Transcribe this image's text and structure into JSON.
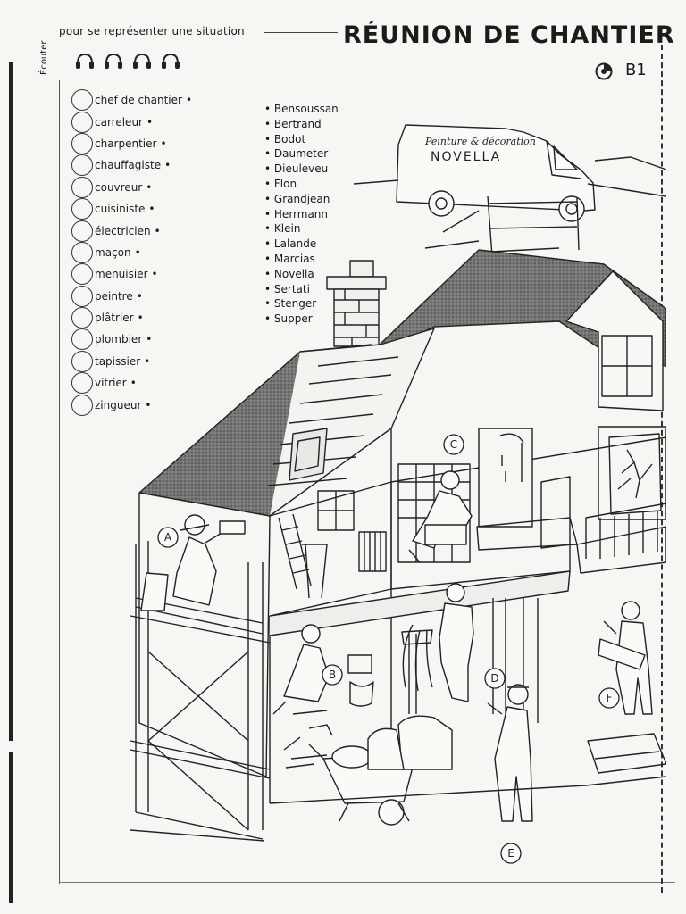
{
  "header": {
    "vertical_label": "Écouter",
    "subtitle": "pour se représenter une situation",
    "title": "RÉUNION DE CHANTIER",
    "code": "B1",
    "headphone_icons": [
      "headphone-icon",
      "headphone-icon",
      "headphone-icon",
      "headphone-icon"
    ],
    "cd_icon": "cd-icon"
  },
  "jobs": [
    {
      "label": "chef de chantier"
    },
    {
      "label": "carreleur"
    },
    {
      "label": "charpentier"
    },
    {
      "label": "chauffagiste"
    },
    {
      "label": "couvreur"
    },
    {
      "label": "cuisiniste"
    },
    {
      "label": "électricien"
    },
    {
      "label": "maçon"
    },
    {
      "label": "menuisier"
    },
    {
      "label": "peintre"
    },
    {
      "label": "plâtrier"
    },
    {
      "label": "plombier"
    },
    {
      "label": "tapissier"
    },
    {
      "label": "vitrier"
    },
    {
      "label": "zingueur"
    }
  ],
  "bullet": "•",
  "names": [
    "Bensoussan",
    "Bertrand",
    "Bodot",
    "Daumeter",
    "Dieuleveu",
    "Flon",
    "Grandjean",
    "Herrmann",
    "Klein",
    "Lalande",
    "Marcias",
    "Novella",
    "Sertati",
    "Stenger",
    "Supper"
  ],
  "illustration": {
    "van_text_line1": "Peinture & décoration",
    "van_text_line2": "NOVELLA",
    "markers": {
      "a": "A",
      "b": "B",
      "c": "C",
      "d": "D",
      "e": "E",
      "f": "F"
    }
  }
}
